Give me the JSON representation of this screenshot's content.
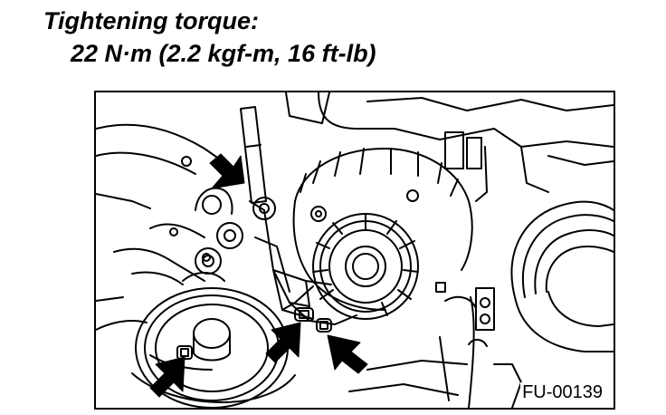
{
  "spec": {
    "title": "Tightening torque:",
    "value": "22 N·m (2.2 kgf-m, 16 ft-lb)"
  },
  "figure": {
    "code": "FU-00139"
  },
  "colors": {
    "ink": "#000000",
    "paper": "#ffffff"
  }
}
